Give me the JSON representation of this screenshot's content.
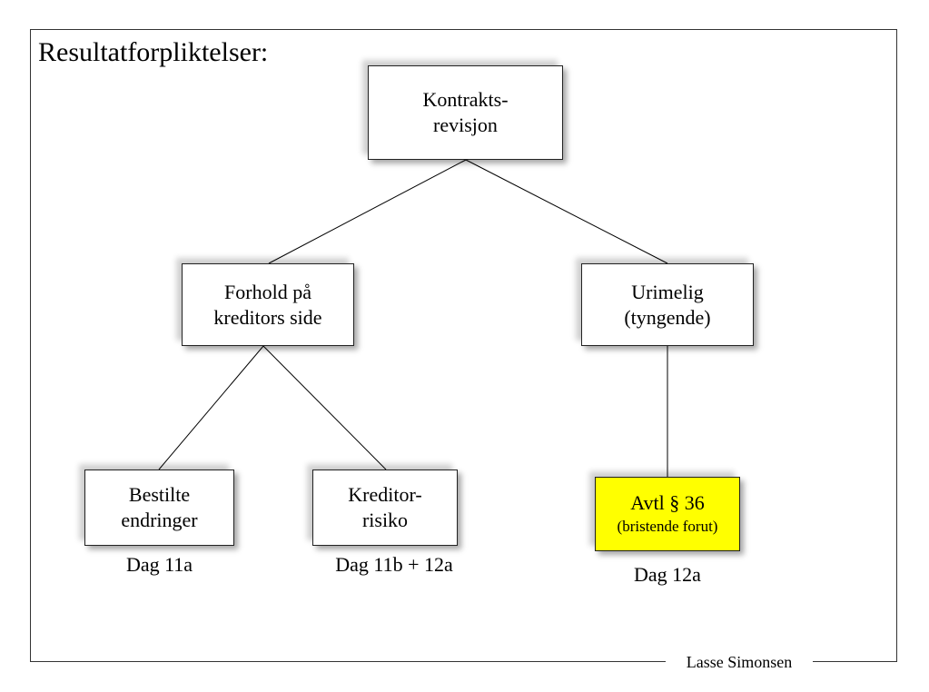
{
  "slide": {
    "title": "Resultatforpliktelser:",
    "author": "Lasse Simonsen"
  },
  "nodes": {
    "root": {
      "line1": "Kontrakts-",
      "line2": "revisjon"
    },
    "left": {
      "line1": "Forhold på",
      "line2": "kreditors side"
    },
    "right": {
      "line1": "Urimelig",
      "line2": "(tyngende)"
    },
    "left_left": {
      "line1": "Bestilte",
      "line2": "endringer",
      "caption": "Dag 11a"
    },
    "left_right": {
      "line1": "Kreditor-",
      "line2": "risiko",
      "caption": "Dag 11b + 12a"
    },
    "right_child": {
      "line1": "Avtl § 36",
      "line2": "(bristende forut)",
      "caption": "Dag 12a",
      "highlight_color": "#ffff00"
    }
  },
  "edges": [
    {
      "from": "root",
      "to": "left"
    },
    {
      "from": "root",
      "to": "right"
    },
    {
      "from": "left",
      "to": "left_left"
    },
    {
      "from": "left",
      "to": "left_right"
    },
    {
      "from": "right",
      "to": "right_child"
    }
  ]
}
